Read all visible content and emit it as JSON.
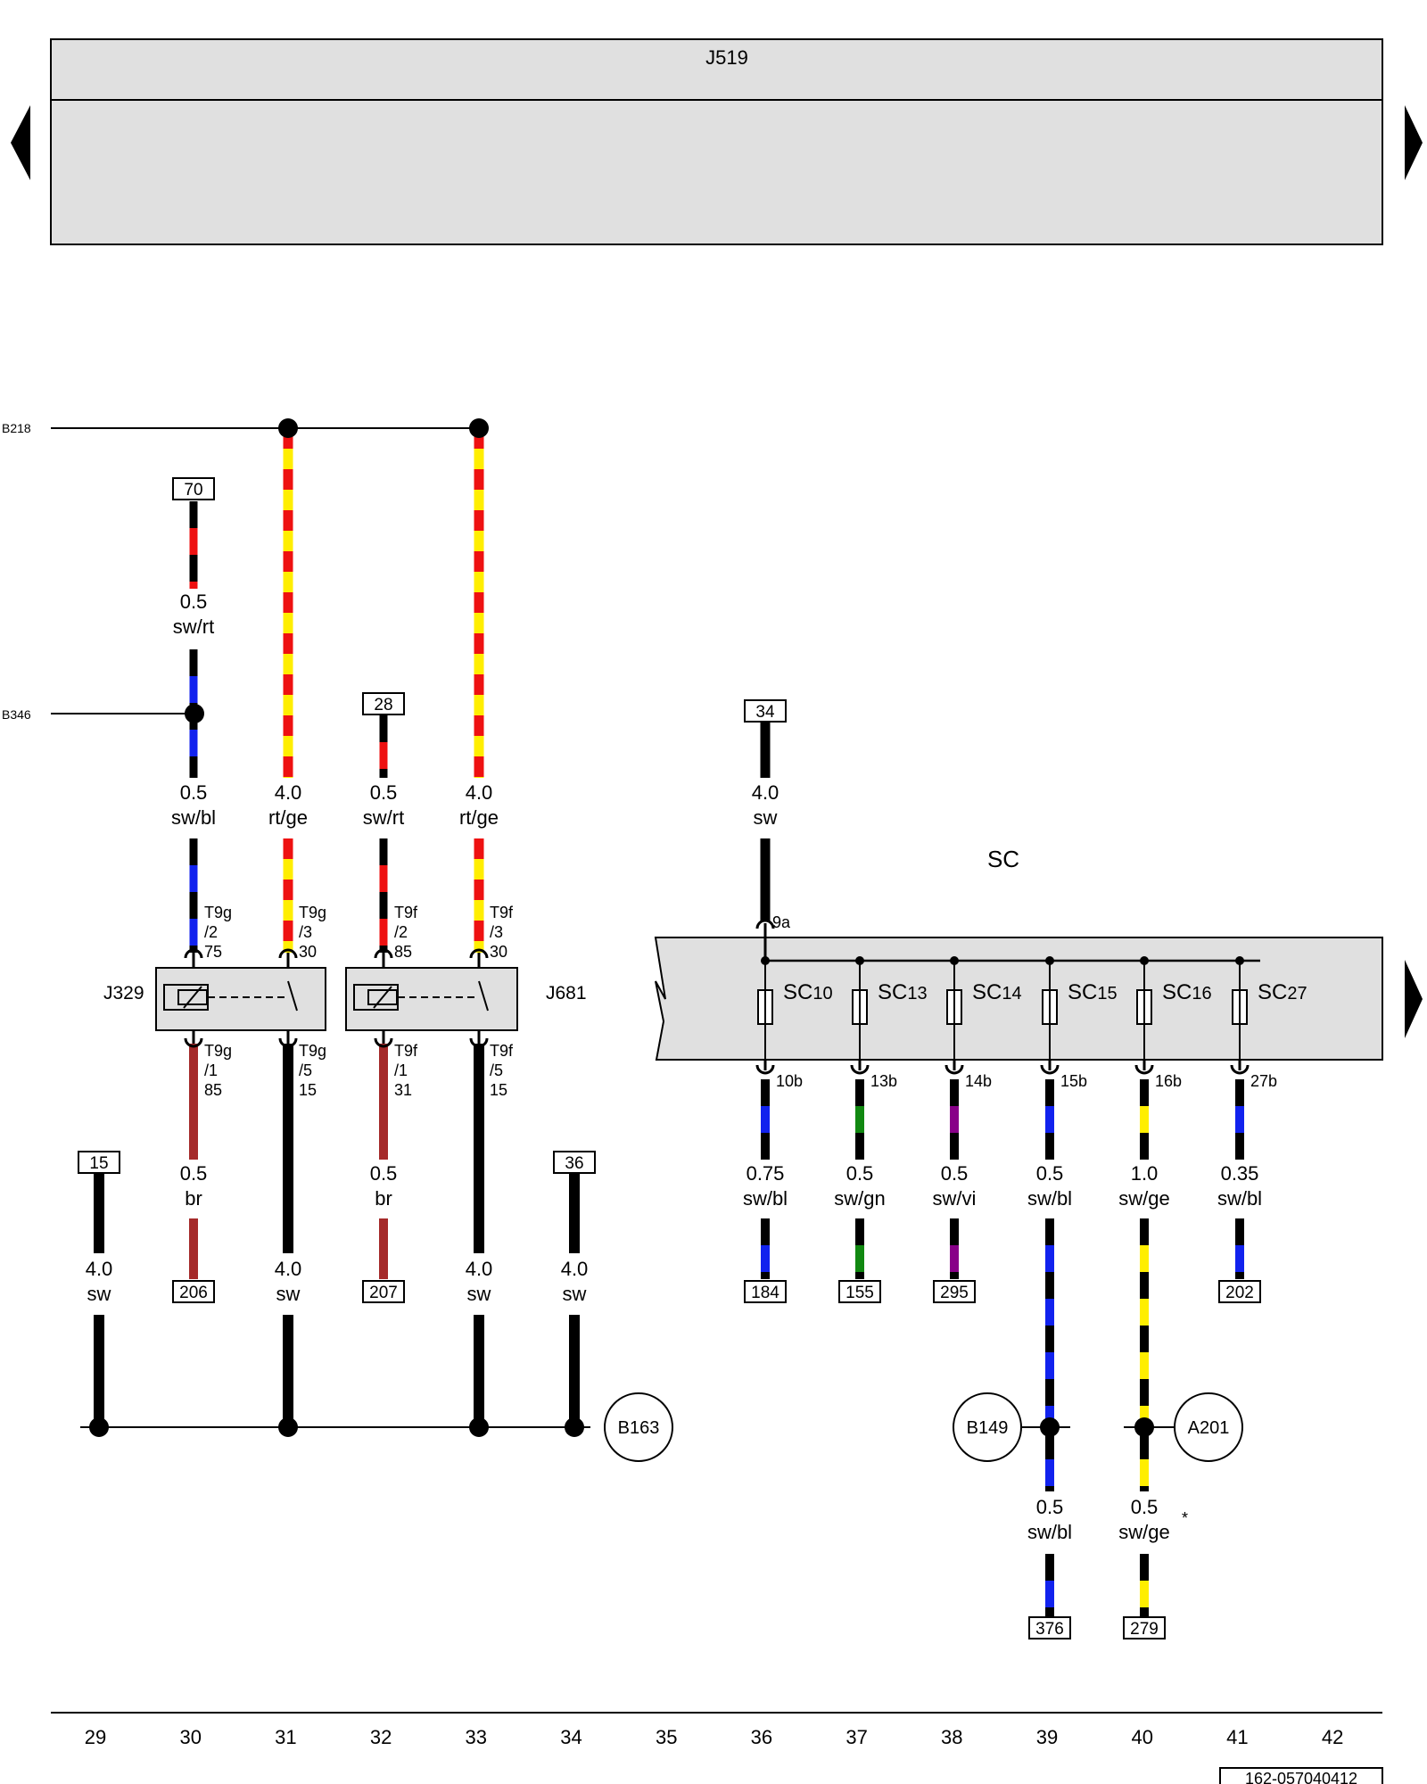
{
  "header": {
    "unit_label": "J519"
  },
  "ground_points": [
    "B218",
    "B346"
  ],
  "relays": [
    {
      "label": "J329",
      "pins_top": [
        {
          "conn": "T9g",
          "pin": "/2",
          "terminal": "75"
        },
        {
          "conn": "T9g",
          "pin": "/3",
          "terminal": "30"
        }
      ],
      "pins_bottom": [
        {
          "conn": "T9g",
          "pin": "/1",
          "terminal": "85"
        },
        {
          "conn": "T9g",
          "pin": "/5",
          "terminal": "15"
        }
      ]
    },
    {
      "label": "J681",
      "pins_top": [
        {
          "conn": "T9f",
          "pin": "/2",
          "terminal": "85"
        },
        {
          "conn": "T9f",
          "pin": "/3",
          "terminal": "30"
        }
      ],
      "pins_bottom": [
        {
          "conn": "T9f",
          "pin": "/1",
          "terminal": "31"
        },
        {
          "conn": "T9f",
          "pin": "/5",
          "terminal": "15"
        }
      ]
    }
  ],
  "refs": {
    "r70": "70",
    "r28": "28",
    "r34": "34",
    "r15": "15",
    "r36": "36",
    "r206": "206",
    "r207": "207",
    "r184": "184",
    "r155": "155",
    "r295": "295",
    "r202": "202",
    "r376": "376",
    "r279": "279"
  },
  "wires": {
    "w70": {
      "size": "0.5",
      "color": "sw/rt"
    },
    "w30": {
      "size": "0.5",
      "color": "sw/bl"
    },
    "w31": {
      "size": "4.0",
      "color": "rt/ge"
    },
    "w32": {
      "size": "0.5",
      "color": "sw/rt"
    },
    "w33": {
      "size": "4.0",
      "color": "rt/ge"
    },
    "w36top": {
      "size": "4.0",
      "color": "sw"
    },
    "b30": {
      "size": "0.5",
      "color": "br"
    },
    "b32": {
      "size": "0.5",
      "color": "br"
    },
    "g29": {
      "size": "4.0",
      "color": "sw"
    },
    "g31": {
      "size": "4.0",
      "color": "sw"
    },
    "g33": {
      "size": "4.0",
      "color": "sw"
    },
    "g34": {
      "size": "4.0",
      "color": "sw"
    },
    "f36": {
      "size": "0.75",
      "color": "sw/bl"
    },
    "f37": {
      "size": "0.5",
      "color": "sw/gn"
    },
    "f38": {
      "size": "0.5",
      "color": "sw/vi"
    },
    "f39": {
      "size": "0.5",
      "color": "sw/bl"
    },
    "f40": {
      "size": "1.0",
      "color": "sw/ge"
    },
    "f41": {
      "size": "0.35",
      "color": "sw/bl"
    },
    "l39": {
      "size": "0.5",
      "color": "sw/bl"
    },
    "l40": {
      "size": "0.5",
      "color": "sw/ge"
    }
  },
  "fuse_box": {
    "label": "SC",
    "input_pin": "9a",
    "fuses": [
      {
        "name": "SC",
        "num": "10",
        "pin": "10b"
      },
      {
        "name": "SC",
        "num": "13",
        "pin": "13b"
      },
      {
        "name": "SC",
        "num": "14",
        "pin": "14b"
      },
      {
        "name": "SC",
        "num": "15",
        "pin": "15b"
      },
      {
        "name": "SC",
        "num": "16",
        "pin": "16b"
      },
      {
        "name": "SC",
        "num": "27",
        "pin": "27b"
      }
    ]
  },
  "ground_connections": [
    "B163",
    "B149",
    "A201"
  ],
  "asterisk": "*",
  "track_numbers": [
    "29",
    "30",
    "31",
    "32",
    "33",
    "34",
    "35",
    "36",
    "37",
    "38",
    "39",
    "40",
    "41",
    "42"
  ],
  "doc_id": "162-057040412",
  "colors": {
    "sw": "#000000",
    "rt": "#ee1111",
    "ge": "#ffee00",
    "bl": "#1122ee",
    "br": "#a52a2a",
    "gn": "#118811",
    "vi": "#880088",
    "panel": "#e0e0e0"
  }
}
